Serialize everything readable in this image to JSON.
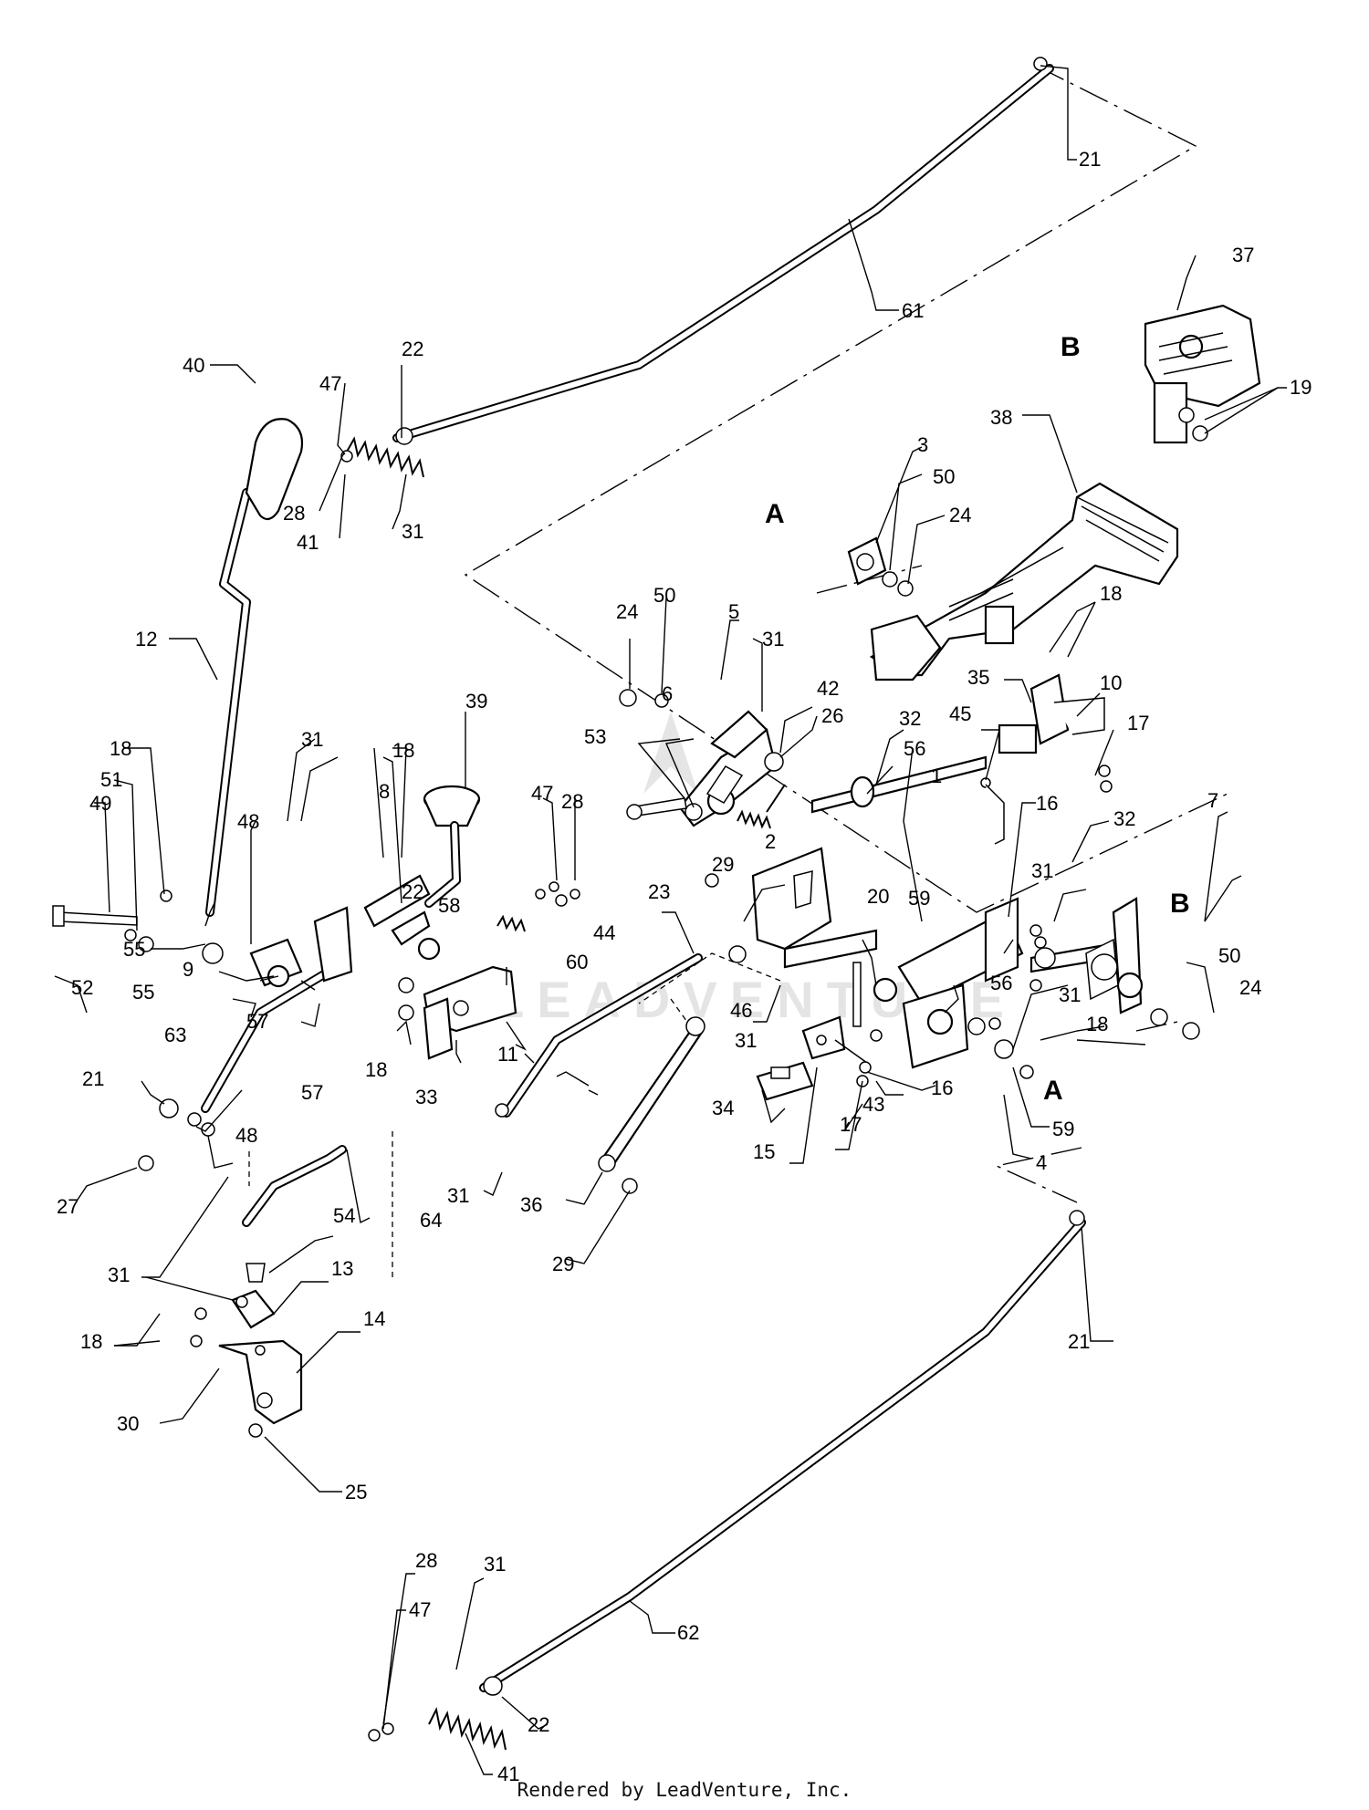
{
  "footer": {
    "text": "Rendered by LeadVenture, Inc."
  },
  "watermark": {
    "text": "LEADVENTURE"
  },
  "view_letters": [
    "A",
    "B",
    "A",
    "B"
  ],
  "callouts": [
    {
      "key": "c21a",
      "label": "21"
    },
    {
      "key": "c61",
      "label": "61"
    },
    {
      "key": "c37",
      "label": "37"
    },
    {
      "key": "c19",
      "label": "19"
    },
    {
      "key": "c22a",
      "label": "22"
    },
    {
      "key": "c47a",
      "label": "47"
    },
    {
      "key": "c40",
      "label": "40"
    },
    {
      "key": "c28a",
      "label": "28"
    },
    {
      "key": "c41a",
      "label": "41"
    },
    {
      "key": "c31a",
      "label": "31"
    },
    {
      "key": "c38",
      "label": "38"
    },
    {
      "key": "c3",
      "label": "3"
    },
    {
      "key": "c50a",
      "label": "50"
    },
    {
      "key": "c24a",
      "label": "24"
    },
    {
      "key": "c18a",
      "label": "18"
    },
    {
      "key": "c12",
      "label": "12"
    },
    {
      "key": "c24b",
      "label": "24"
    },
    {
      "key": "c50b",
      "label": "50"
    },
    {
      "key": "c5",
      "label": "5"
    },
    {
      "key": "c31b",
      "label": "31"
    },
    {
      "key": "c42",
      "label": "42"
    },
    {
      "key": "c26",
      "label": "26"
    },
    {
      "key": "c32a",
      "label": "32"
    },
    {
      "key": "c35",
      "label": "35"
    },
    {
      "key": "c10",
      "label": "10"
    },
    {
      "key": "c17a",
      "label": "17"
    },
    {
      "key": "c6",
      "label": "6"
    },
    {
      "key": "c53",
      "label": "53"
    },
    {
      "key": "c56a",
      "label": "56"
    },
    {
      "key": "c1",
      "label": "1"
    },
    {
      "key": "c45",
      "label": "45"
    },
    {
      "key": "c39",
      "label": "39"
    },
    {
      "key": "c18b",
      "label": "18"
    },
    {
      "key": "c31c",
      "label": "31"
    },
    {
      "key": "c8",
      "label": "8"
    },
    {
      "key": "c18c",
      "label": "18"
    },
    {
      "key": "c51",
      "label": "51"
    },
    {
      "key": "c49",
      "label": "49"
    },
    {
      "key": "c48a",
      "label": "48"
    },
    {
      "key": "c47b",
      "label": "47"
    },
    {
      "key": "c28b",
      "label": "28"
    },
    {
      "key": "c16a",
      "label": "16"
    },
    {
      "key": "c32b",
      "label": "32"
    },
    {
      "key": "c7",
      "label": "7"
    },
    {
      "key": "c52",
      "label": "52"
    },
    {
      "key": "c55a",
      "label": "55"
    },
    {
      "key": "c22b",
      "label": "22"
    },
    {
      "key": "c44",
      "label": "44"
    },
    {
      "key": "c2",
      "label": "2"
    },
    {
      "key": "c29a",
      "label": "29"
    },
    {
      "key": "c20",
      "label": "20"
    },
    {
      "key": "c31d",
      "label": "31"
    },
    {
      "key": "c9",
      "label": "9"
    },
    {
      "key": "c58",
      "label": "58"
    },
    {
      "key": "c23",
      "label": "23"
    },
    {
      "key": "c59a",
      "label": "59"
    },
    {
      "key": "c50c",
      "label": "50"
    },
    {
      "key": "c24c",
      "label": "24"
    },
    {
      "key": "c55b",
      "label": "55"
    },
    {
      "key": "c57a",
      "label": "57"
    },
    {
      "key": "c60",
      "label": "60"
    },
    {
      "key": "c56b",
      "label": "56"
    },
    {
      "key": "c46",
      "label": "46"
    },
    {
      "key": "c31e",
      "label": "31"
    },
    {
      "key": "c18d",
      "label": "18"
    },
    {
      "key": "c63",
      "label": "63"
    },
    {
      "key": "c18e",
      "label": "18"
    },
    {
      "key": "c11",
      "label": "11"
    },
    {
      "key": "c31f",
      "label": "31"
    },
    {
      "key": "c33",
      "label": "33"
    },
    {
      "key": "c21b",
      "label": "21"
    },
    {
      "key": "c57b",
      "label": "57"
    },
    {
      "key": "c48b",
      "label": "48"
    },
    {
      "key": "c34",
      "label": "34"
    },
    {
      "key": "c43",
      "label": "43"
    },
    {
      "key": "c16b",
      "label": "16"
    },
    {
      "key": "c17b",
      "label": "17"
    },
    {
      "key": "c59b",
      "label": "59"
    },
    {
      "key": "c27",
      "label": "27"
    },
    {
      "key": "c15",
      "label": "15"
    },
    {
      "key": "c4",
      "label": "4"
    },
    {
      "key": "c64",
      "label": "64"
    },
    {
      "key": "c31g",
      "label": "31"
    },
    {
      "key": "c36",
      "label": "36"
    },
    {
      "key": "c29b",
      "label": "29"
    },
    {
      "key": "c54",
      "label": "54"
    },
    {
      "key": "c31h",
      "label": "31"
    },
    {
      "key": "c13",
      "label": "13"
    },
    {
      "key": "c18f",
      "label": "18"
    },
    {
      "key": "c14",
      "label": "14"
    },
    {
      "key": "c21c",
      "label": "21"
    },
    {
      "key": "c30",
      "label": "30"
    },
    {
      "key": "c25",
      "label": "25"
    },
    {
      "key": "c28c",
      "label": "28"
    },
    {
      "key": "c31i",
      "label": "31"
    },
    {
      "key": "c47c",
      "label": "47"
    },
    {
      "key": "c62",
      "label": "62"
    },
    {
      "key": "c22c",
      "label": "22"
    },
    {
      "key": "c41b",
      "label": "41"
    }
  ]
}
